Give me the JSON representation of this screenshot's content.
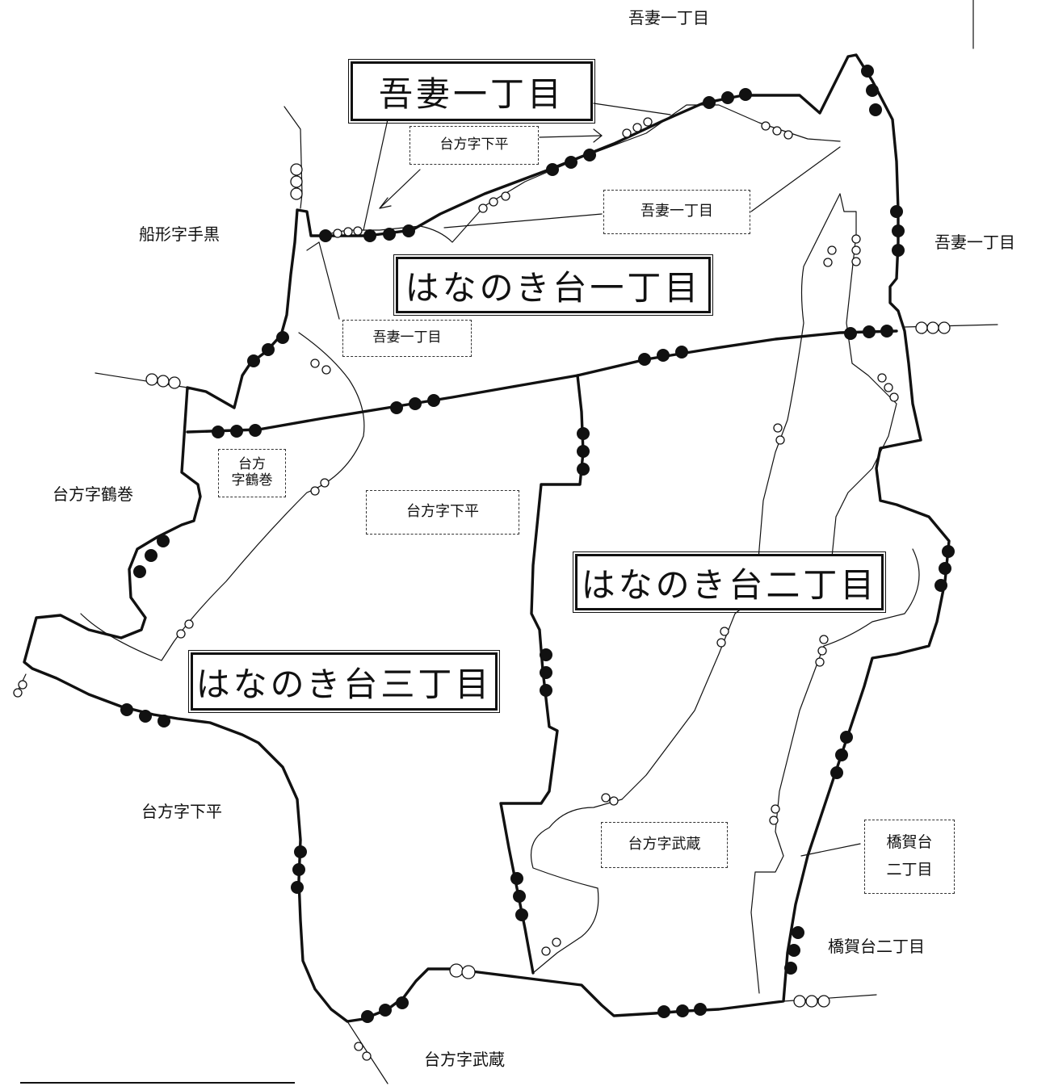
{
  "map": {
    "district_labels": {
      "hanazono1": "はなのき台一丁目",
      "hanazono2": "はなのき台二丁目",
      "hanazono3": "はなのき台三丁目",
      "azuma_boxed_big": "吾妻一丁目"
    },
    "dashed_labels": {
      "shimotaira_top": "台方字下平",
      "azuma_right": "吾妻一丁目",
      "azuma_small": "吾妻一丁目",
      "tsurumaki_line1": "台方",
      "tsurumaki_line2": "字鶴巻",
      "shimotaira_center": "台方字下平",
      "musashi_center": "台方字武蔵",
      "hashikadai_line1": "橋賀台",
      "hashikadai_line2": "二丁目"
    },
    "outer_labels": {
      "azuma_top": "吾妻一丁目",
      "azuma_east": "吾妻一丁目",
      "funagata": "船形字手黒",
      "tsurumaki": "台方字鶴巻",
      "shimotaira_sw": "台方字下平",
      "musashi_south": "台方字武蔵",
      "hashikadai_se": "橋賀台二丁目"
    },
    "colors": {
      "line": "#111111",
      "background": "#ffffff"
    }
  }
}
